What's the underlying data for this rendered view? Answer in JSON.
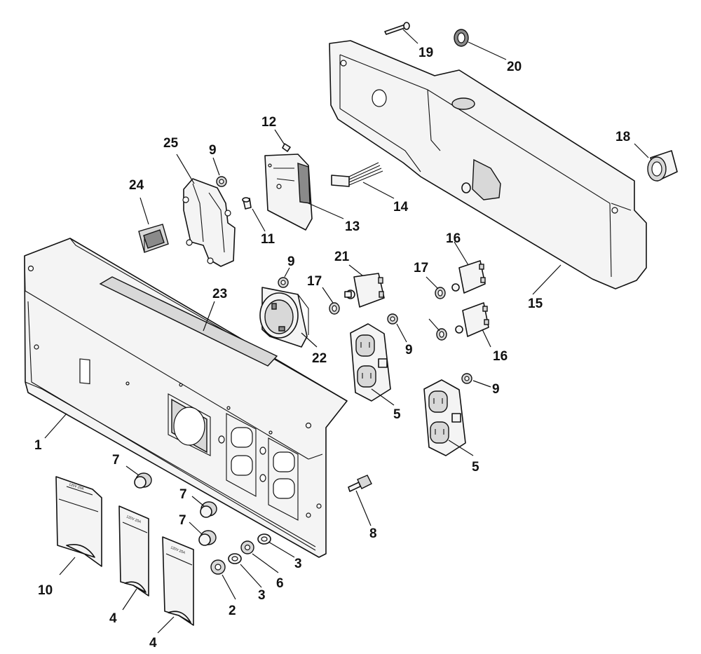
{
  "callouts": {
    "c1": "1",
    "c2": "2",
    "c3a": "3",
    "c3b": "3",
    "c4a": "4",
    "c4b": "4",
    "c5a": "5",
    "c5b": "5",
    "c6": "6",
    "c7a": "7",
    "c7b": "7",
    "c7c": "7",
    "c8": "8",
    "c9a": "9",
    "c9b": "9",
    "c9c": "9",
    "c9d": "9",
    "c10": "10",
    "c11": "11",
    "c12": "12",
    "c13": "13",
    "c14": "14",
    "c15": "15",
    "c16a": "16",
    "c16b": "16",
    "c17a": "17",
    "c17b": "17",
    "c18": "18",
    "c19": "19",
    "c20": "20",
    "c21": "21",
    "c22": "22",
    "c23": "23",
    "c24": "24",
    "c25": "25"
  },
  "cover_labels": {
    "cover_10": "120V 20A",
    "cover_4a": "120V 20A",
    "cover_4b": "120V 20A"
  }
}
